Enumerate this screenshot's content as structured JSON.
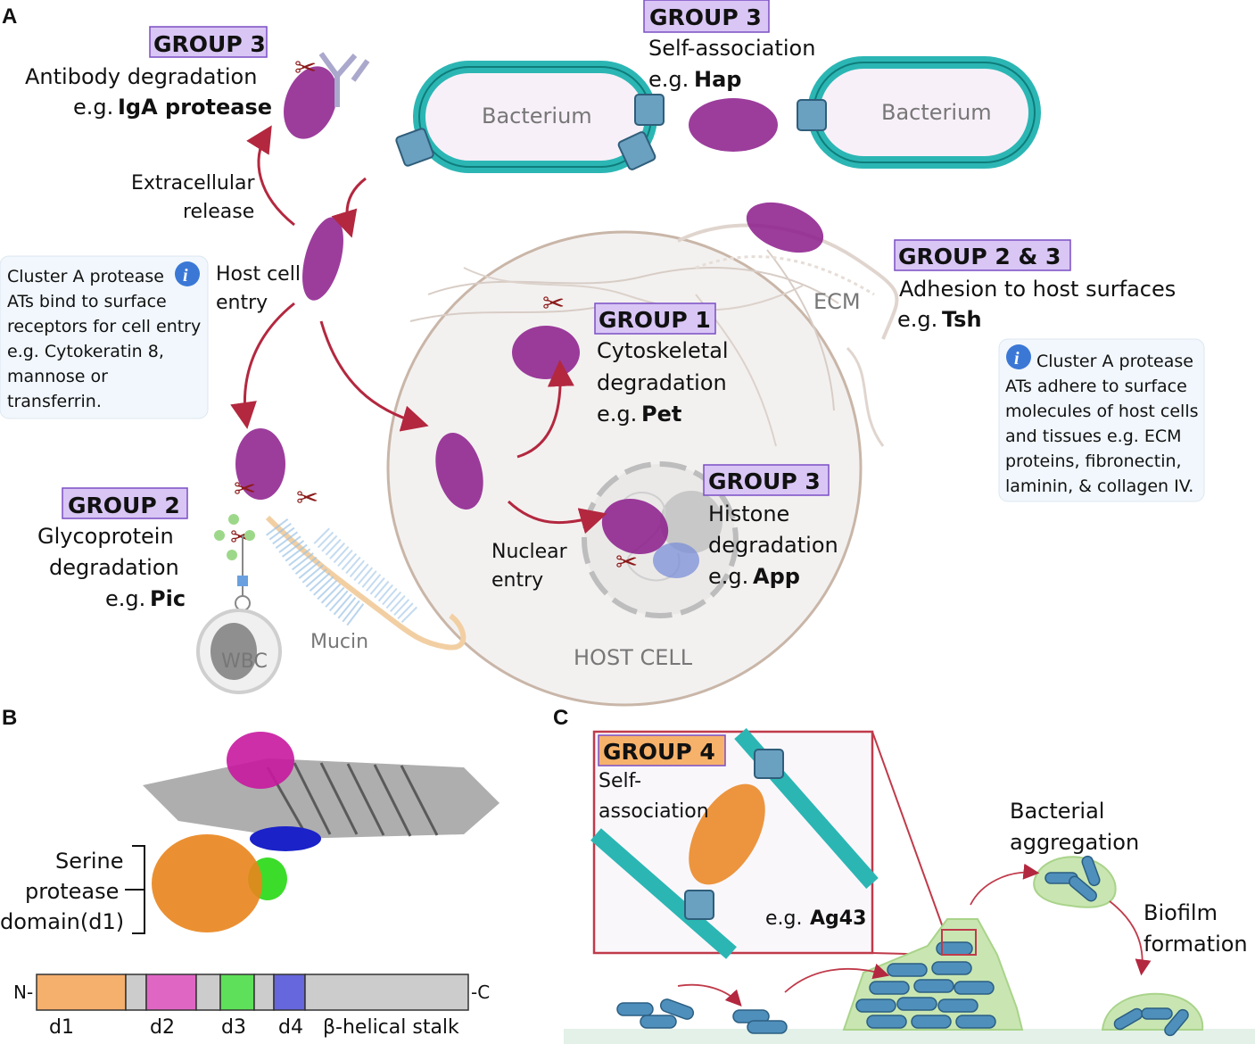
{
  "panels": {
    "a": "A",
    "b": "B",
    "c": "C"
  },
  "colors": {
    "group_tag": "#d9c6f5",
    "group4_tag": "#f6b26b",
    "arrow": "#b3283f",
    "bacterium_rim": "#2bb6b4",
    "protein": "#8b1a8b",
    "d1": "#f5b06e",
    "d2": "#e066c4",
    "d3": "#5ee05a",
    "d4": "#6666dd",
    "stalk": "#cccccc"
  },
  "panel_a": {
    "bacterium_left": "Bacterium",
    "bacterium_right": "Bacterium",
    "self_assoc": {
      "group": "GROUP 3",
      "desc": "Self-association",
      "eg": "e.g.",
      "name": "Hap"
    },
    "antibody": {
      "group": "GROUP 3",
      "desc": "Antibody degradation",
      "eg": "e.g.",
      "name": "IgA protease"
    },
    "extracellular_1": "Extracellular",
    "extracellular_2": "release",
    "host_entry_1": "Host cell",
    "host_entry_2": "entry",
    "info_left": [
      "Cluster A protease",
      "ATs bind to surface",
      "receptors for cell entry",
      "e.g. Cytokeratin 8,",
      "mannose or",
      "transferrin."
    ],
    "adhesion": {
      "group": "GROUP 2 & 3",
      "desc": "Adhesion to host surfaces",
      "eg": "e.g.",
      "name": "Tsh"
    },
    "ecm": "ECM",
    "info_right": [
      "Cluster A protease",
      "ATs adhere to surface",
      "molecules of host cells",
      "and tissues e.g. ECM",
      "proteins, fibronectin,",
      "laminin, & collagen IV."
    ],
    "cyto": {
      "group": "GROUP 1",
      "desc1": "Cytoskeletal",
      "desc2": "degradation",
      "eg": "e.g.",
      "name": "Pet"
    },
    "histone": {
      "group": "GROUP 3",
      "desc1": "Histone",
      "desc2": "degradation",
      "eg": "e.g.",
      "name": "App"
    },
    "nuclear_1": "Nuclear",
    "nuclear_2": "entry",
    "glyco": {
      "group": "GROUP 2",
      "desc1": "Glycoprotein",
      "desc2": "degradation",
      "eg": "e.g.",
      "name": "Pic"
    },
    "mucin": "Mucin",
    "wbc": "WBC",
    "host_cell": "HOST CELL"
  },
  "panel_b": {
    "serine_1": "Serine",
    "serine_2": "protease",
    "serine_3": "domain(d1)",
    "n_term": "N-",
    "c_term": "-C",
    "domains": [
      "d1",
      "d2",
      "d3",
      "d4",
      "β-helical stalk"
    ]
  },
  "panel_c": {
    "group": "GROUP 4",
    "self_1": "Self-",
    "self_2": "association",
    "eg": "e.g.",
    "name": "Ag43",
    "aggregation_1": "Bacterial",
    "aggregation_2": "aggregation",
    "biofilm_1": "Biofilm",
    "biofilm_2": "formation"
  }
}
